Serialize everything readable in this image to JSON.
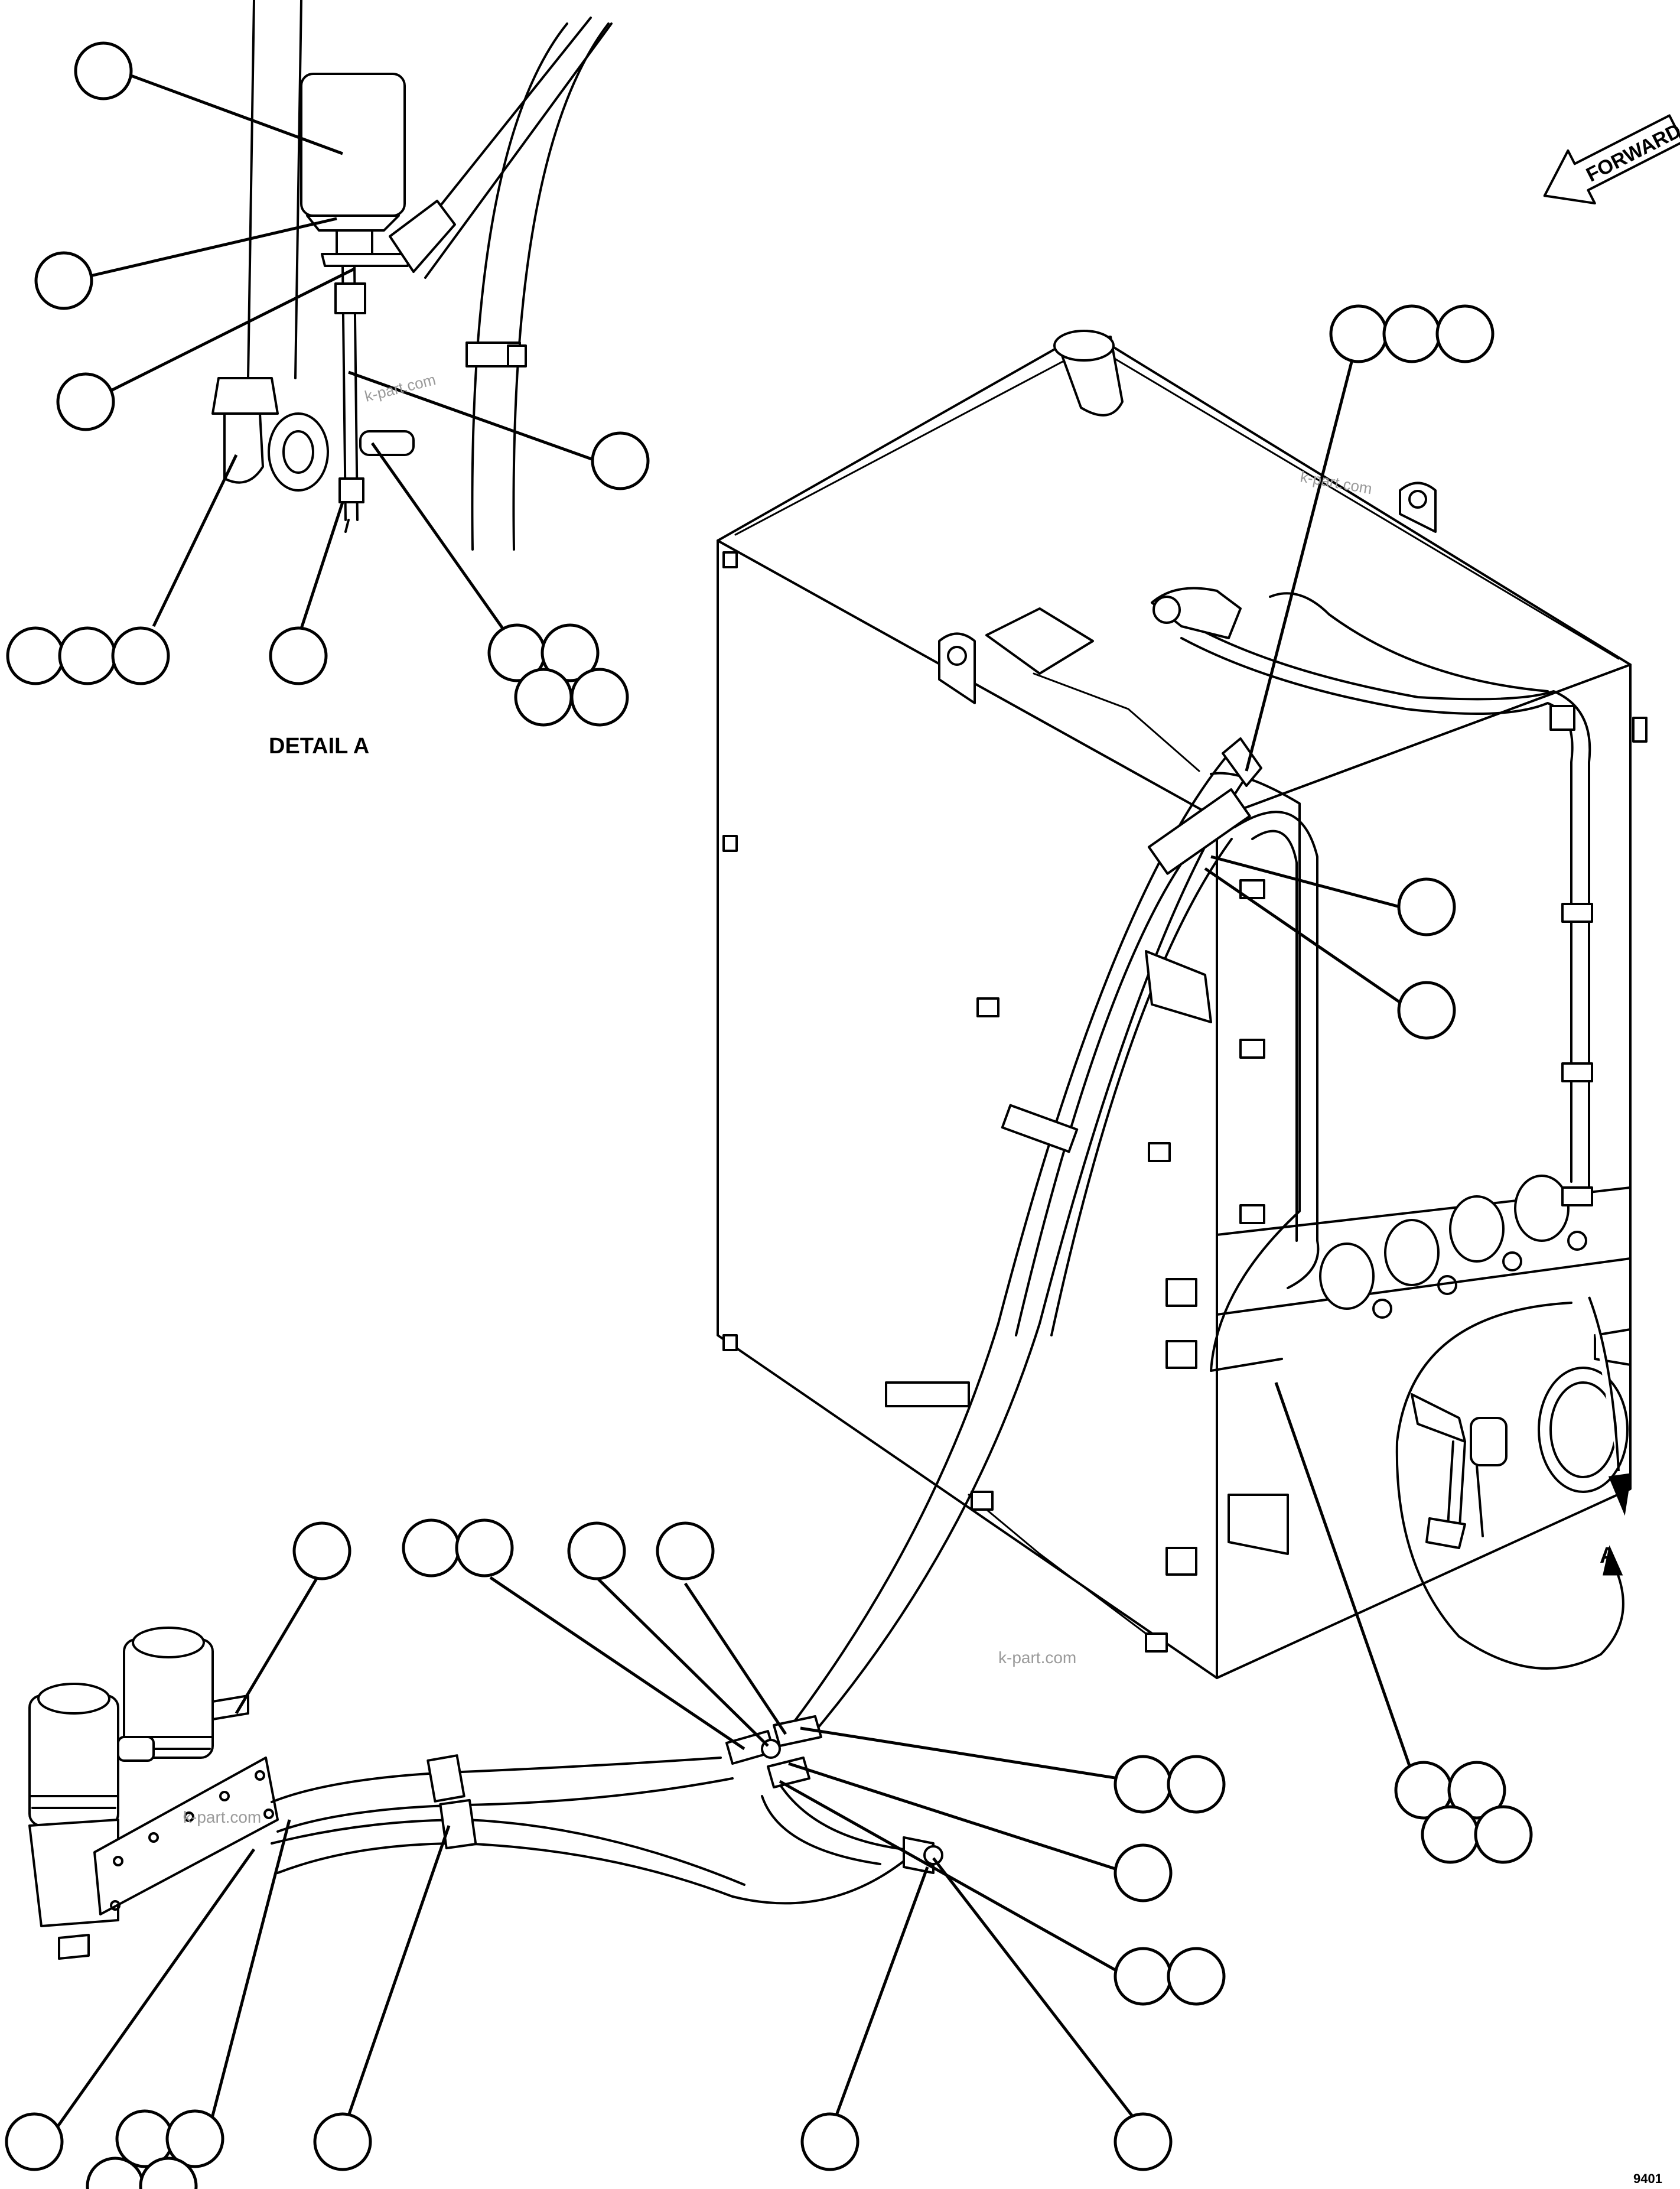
{
  "detail_label": "DETAIL A",
  "view_label": "A",
  "direction_label": "FORWARD",
  "watermark_text": "k-part.com",
  "drawing_number": "9401",
  "colors": {
    "ink": "#000000",
    "paper": "#ffffff",
    "watermark": "#9a9a9a"
  }
}
